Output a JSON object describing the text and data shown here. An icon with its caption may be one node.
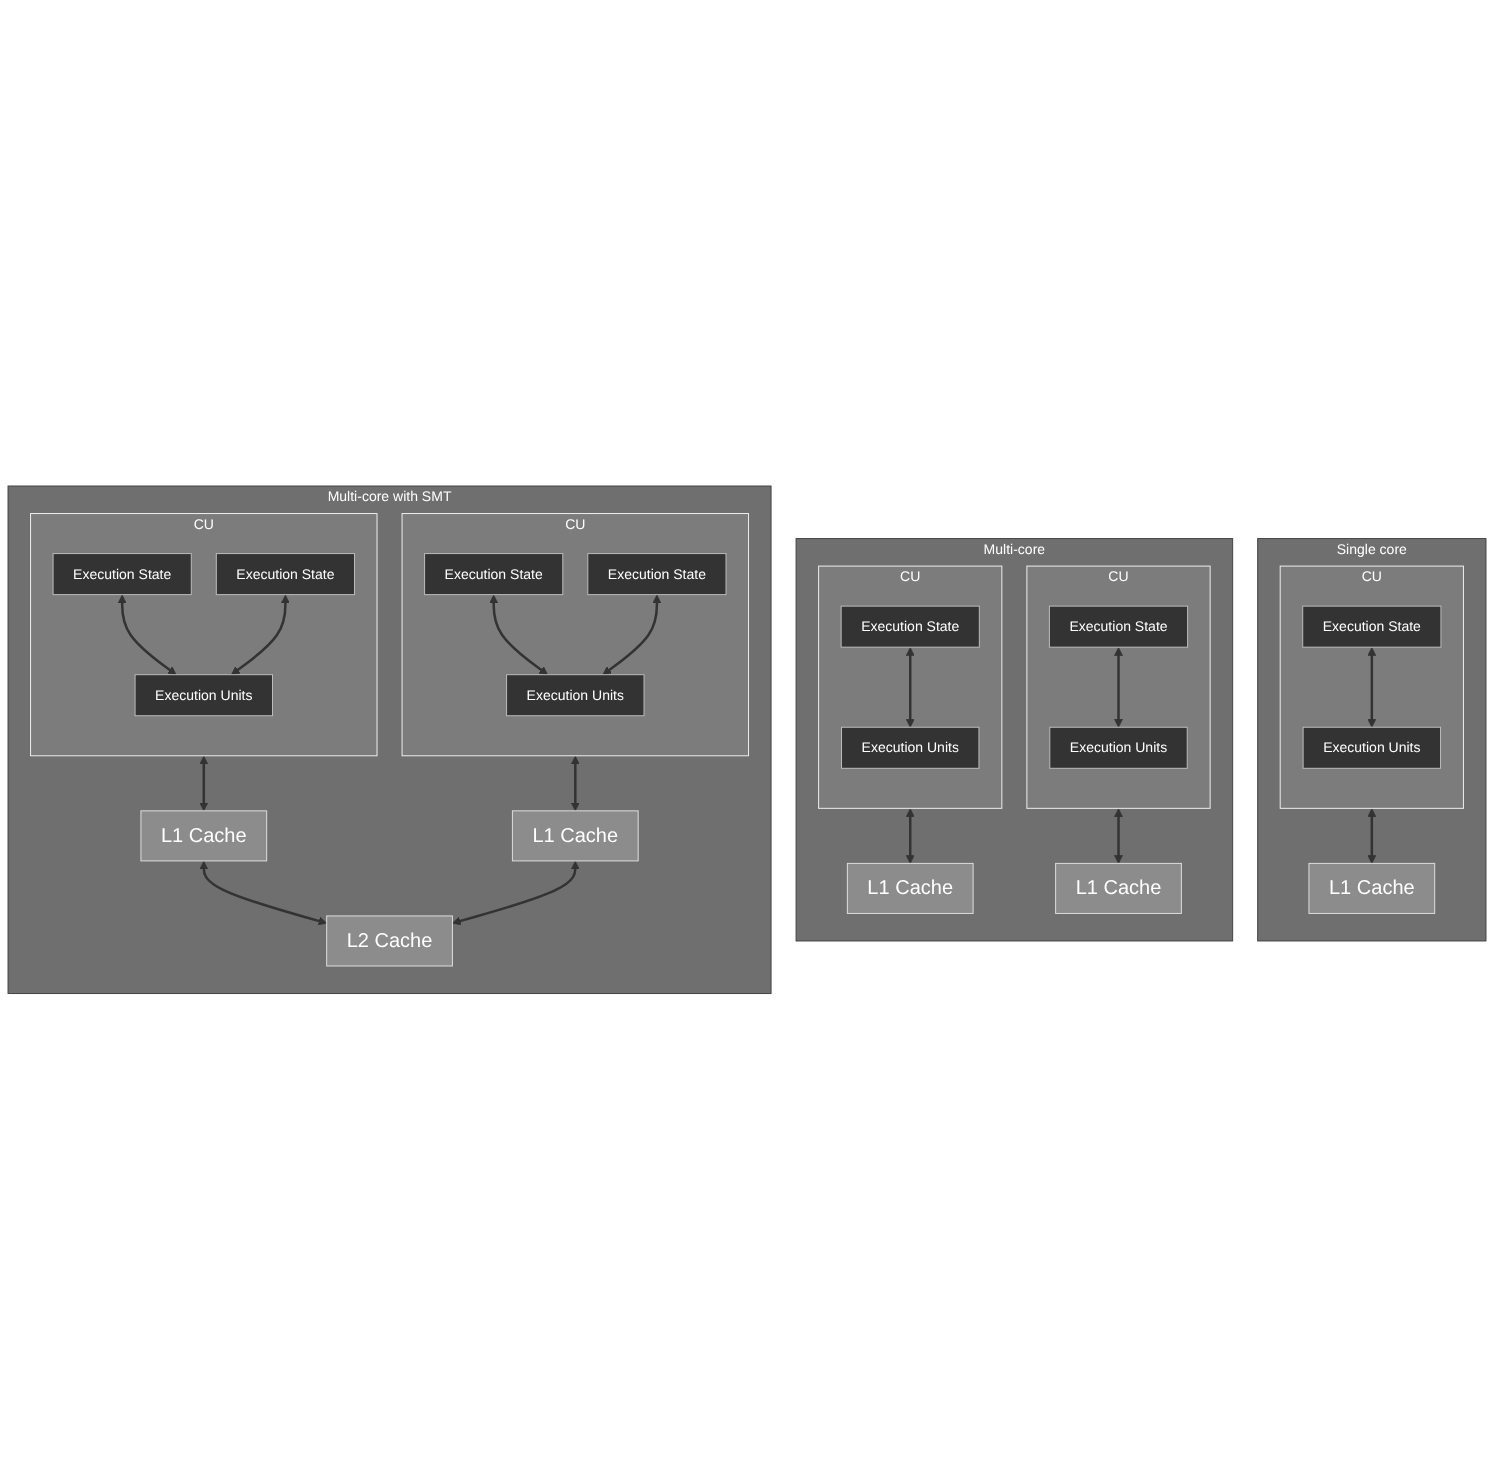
{
  "diagram": {
    "nodes": [
      {
        "text": [
          "Single core"
        ]
      },
      {
        "text": [
          "CU"
        ],
        "in": 0
      },
      {
        "text": [
          "Execution State"
        ],
        "in": 1
      },
      {
        "text": [
          "Execution Units"
        ],
        "in": 1
      },
      {
        "text": [
          "L1 Cache"
        ],
        "in": 0
      },
      {
        "text": [
          "Multi-core"
        ]
      },
      {
        "text": [
          "CU"
        ],
        "in": 5
      },
      {
        "text": [
          "Execution State"
        ],
        "in": 6
      },
      {
        "text": [
          "Execution Units"
        ],
        "in": 6
      },
      {
        "text": [
          "L1 Cache"
        ],
        "in": 5
      },
      {
        "text": [
          "CU"
        ],
        "in": 5
      },
      {
        "text": [
          "Execution State"
        ],
        "in": 10
      },
      {
        "text": [
          "Execution Units"
        ],
        "in": 10
      },
      {
        "text": [
          "L1 Cache"
        ],
        "in": 5
      },
      {
        "text": [
          "Multi-core with SMT"
        ]
      },
      {
        "text": [
          "CU"
        ],
        "in": 14
      },
      {
        "text": [
          "Execution State"
        ],
        "in": 15
      },
      {
        "text": [
          "Execution State"
        ],
        "in": 15
      },
      {
        "text": [
          "Execution Units"
        ],
        "in": 15
      },
      {
        "text": [
          "L1 Cache"
        ],
        "in": 14
      },
      {
        "text": [
          "CU"
        ],
        "in": 14
      },
      {
        "text": [
          "Execution State"
        ],
        "in": 20
      },
      {
        "text": [
          "Execution State"
        ],
        "in": 20
      },
      {
        "text": [
          "Execution Units"
        ],
        "in": 20
      },
      {
        "text": [
          "L1 Cache"
        ],
        "in": 14
      },
      {
        "text": [
          "L2 Cache"
        ],
        "in": 14
      }
    ],
    "edges": [
      {
        "from": 2,
        "to": 3,
        "arrow": "both"
      },
      {
        "from": 1,
        "to": 4,
        "arrow": "both"
      },
      {
        "from": 7,
        "to": 8,
        "arrow": "both"
      },
      {
        "from": 6,
        "to": 9,
        "arrow": "both"
      },
      {
        "from": 11,
        "to": 12,
        "arrow": "both"
      },
      {
        "from": 10,
        "to": 13,
        "arrow": "both"
      },
      {
        "from": 16,
        "to": 18,
        "arrow": "both"
      },
      {
        "from": 17,
        "to": 18,
        "arrow": "both"
      },
      {
        "from": 15,
        "to": 19,
        "arrow": "both"
      },
      {
        "from": 21,
        "to": 23,
        "arrow": "both"
      },
      {
        "from": 22,
        "to": 23,
        "arrow": "both"
      },
      {
        "from": 20,
        "to": 24,
        "arrow": "both"
      },
      {
        "from": 19,
        "to": 25,
        "arrow": "both"
      },
      {
        "from": 24,
        "to": 25,
        "arrow": "both"
      }
    ]
  }
}
